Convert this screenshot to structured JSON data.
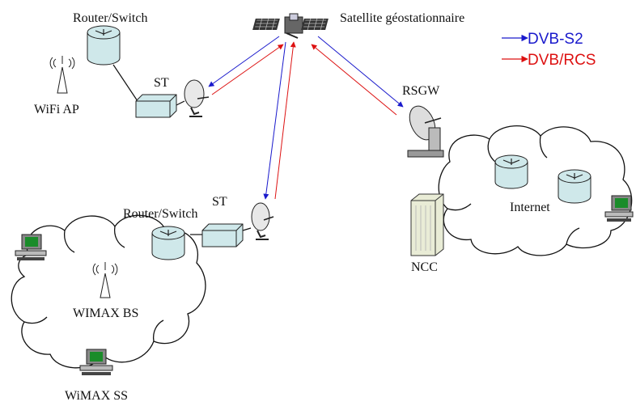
{
  "labels": {
    "satellite": "Satellite géostationnaire",
    "router_top": "Router/Switch",
    "st_top": "ST",
    "wifi_ap": "WiFi AP",
    "rsgw": "RSGW",
    "internet": "Internet",
    "ncc": "NCC",
    "router_bottom": "Router/Switch",
    "st_bottom": "ST",
    "wimax_bs": "WIMAX BS",
    "wimax_ss": "WiMAX SS"
  },
  "legend": {
    "forward": "DVB-S2",
    "return": "DVB/RCS"
  },
  "colors": {
    "forward": "#1a1acc",
    "return": "#dd1111",
    "device": "#cfe8ea"
  }
}
